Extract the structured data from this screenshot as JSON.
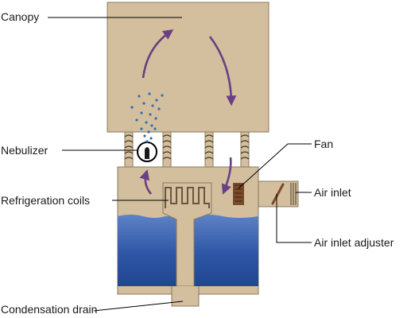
{
  "labels": {
    "canopy": "Canopy",
    "nebulizer": "Nebulizer",
    "refrigeration_coils": "Refrigeration coils",
    "condensation_drain": "Condensation drain",
    "fan": "Fan",
    "air_inlet": "Air inlet",
    "air_inlet_adjuster": "Air inlet adjuster"
  },
  "colors": {
    "tan_fill": "#d3bf9d",
    "outline": "#8a7a60",
    "water": "#2d56a8",
    "airflow_arrow": "#6b3f86",
    "mist_dots": "#2f6fb0",
    "fan_brown": "#7a4a2a",
    "leader_line": "#000000"
  }
}
